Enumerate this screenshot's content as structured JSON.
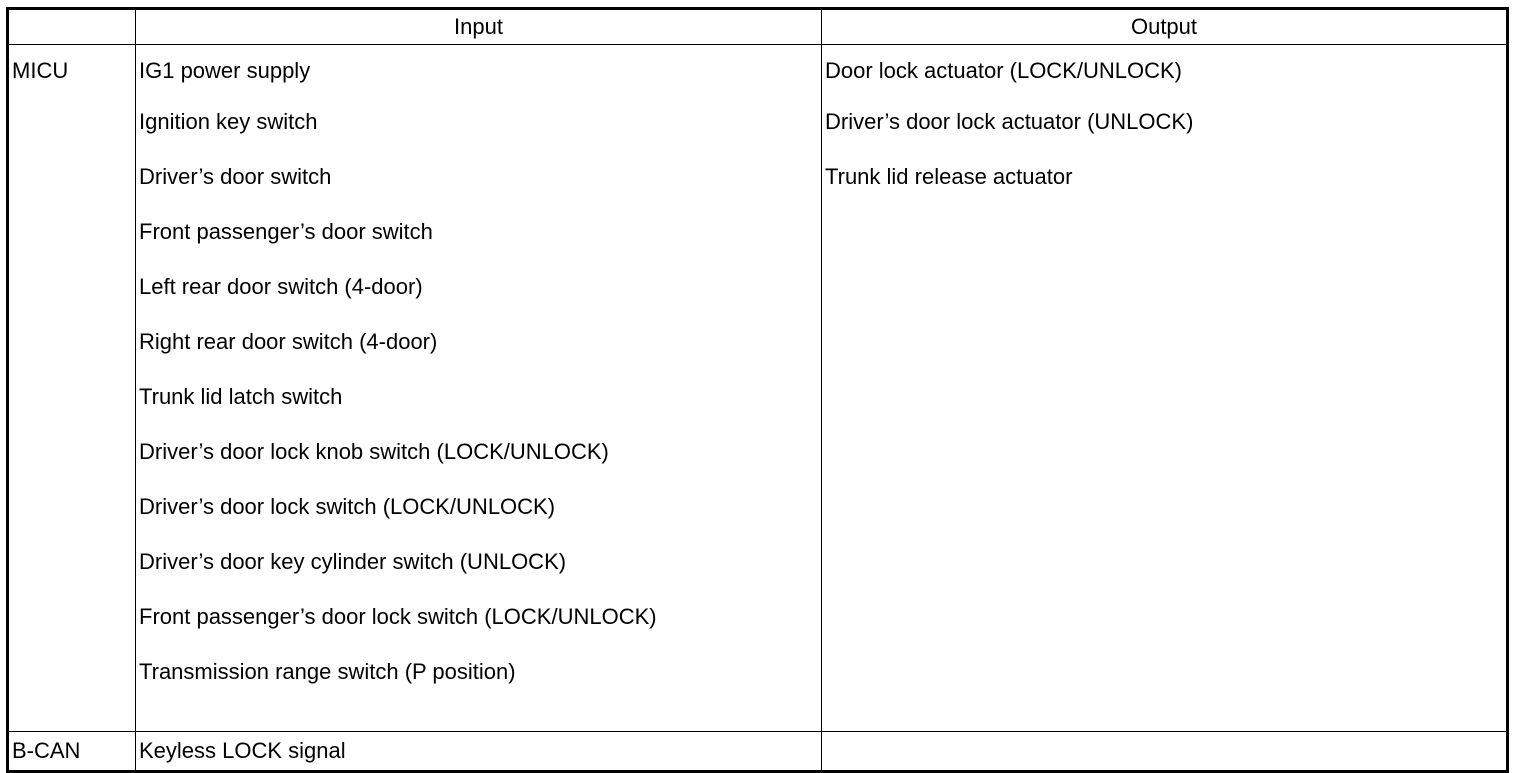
{
  "header": {
    "blank": "",
    "input": "Input",
    "output": "Output"
  },
  "rows": [
    {
      "unit": "MICU",
      "inputs": [
        "IG1 power supply",
        "Ignition key switch",
        "Driver’s door switch",
        "Front passenger’s door switch",
        "Left rear door switch (4-door)",
        "Right rear door switch (4-door)",
        "Trunk lid latch switch",
        "Driver’s door lock knob switch (LOCK/UNLOCK)",
        "Driver’s door lock switch (LOCK/UNLOCK)",
        "Driver’s door key cylinder switch (UNLOCK)",
        "Front passenger’s door lock switch (LOCK/UNLOCK)",
        "Transmission range switch (P position)"
      ],
      "outputs": [
        "Door lock actuator (LOCK/UNLOCK)",
        "Driver’s door lock actuator (UNLOCK)",
        "Trunk lid release actuator"
      ]
    },
    {
      "unit": "B-CAN",
      "inputs": [
        "Keyless LOCK signal"
      ],
      "outputs": []
    }
  ]
}
